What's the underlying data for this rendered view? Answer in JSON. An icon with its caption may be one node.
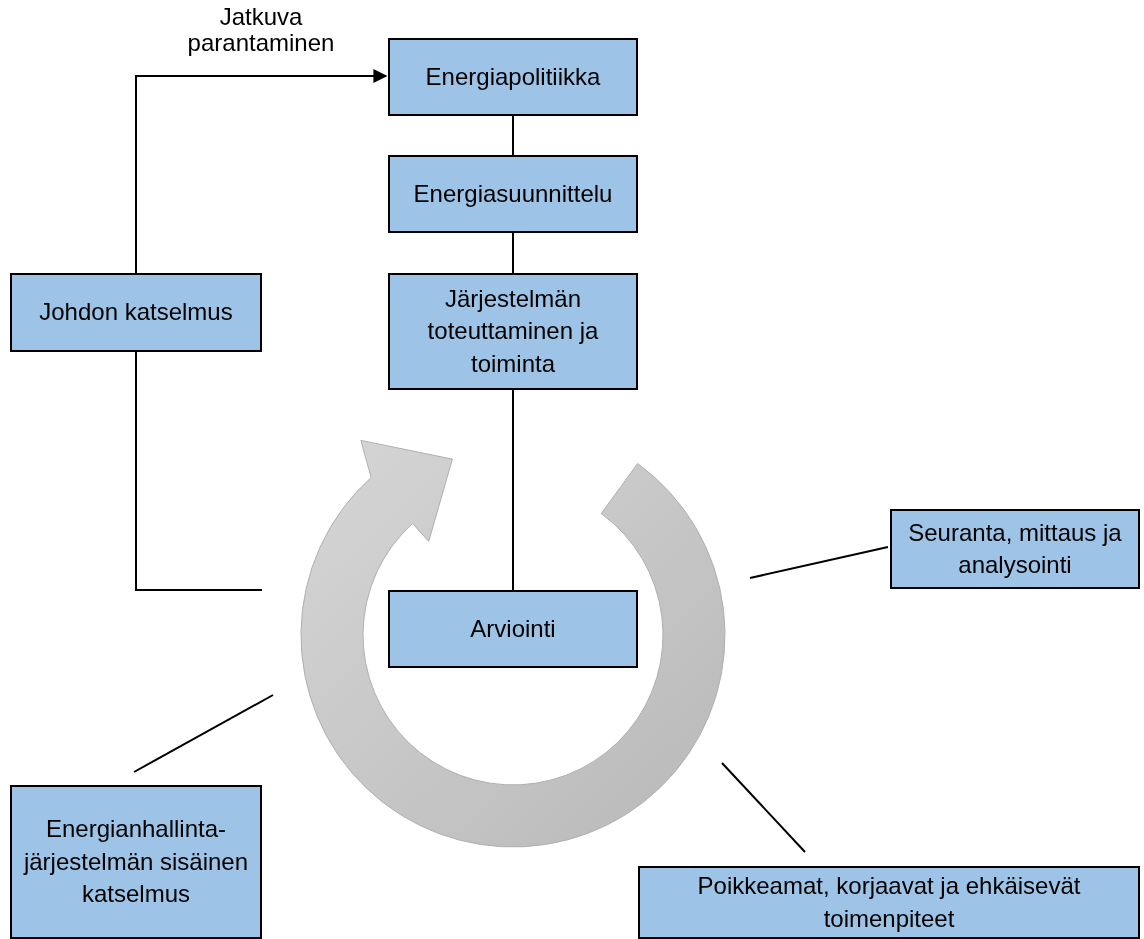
{
  "diagram": {
    "nodes": [
      {
        "text": [
          "Energiapolitiikka"
        ]
      },
      {
        "text": [
          "Energiasuunnittelu"
        ]
      },
      {
        "text": [
          "Järjestelmän toteuttaminen ja toiminta"
        ]
      },
      {
        "text": [
          "Johdon katselmus"
        ]
      },
      {
        "text": [
          "Arviointi"
        ]
      },
      {
        "text": [
          "Seuranta, mittaus ja analysointi"
        ]
      },
      {
        "text": [
          "Energianhallinta-järjestelmän sisäinen katselmus"
        ]
      },
      {
        "text": [
          "Poikkeamat, korjaavat ja ehkäisevät toimenpiteet"
        ]
      },
      {
        "text": [],
        "shape": "arrow"
      }
    ],
    "edges": [
      {
        "from": 3,
        "to": 0,
        "arrow": "to",
        "label": "Jatkuva parantaminen"
      },
      {
        "from": 0,
        "to": 1,
        "arrow": "none"
      },
      {
        "from": 1,
        "to": 2,
        "arrow": "none"
      },
      {
        "from": 2,
        "to": 4,
        "arrow": "none"
      },
      {
        "from": 3,
        "to": 8,
        "arrow": "none"
      },
      {
        "from": 5,
        "to": 8,
        "arrow": "none"
      },
      {
        "from": 6,
        "to": 8,
        "arrow": "none"
      },
      {
        "from": 7,
        "to": 8,
        "arrow": "none"
      }
    ]
  }
}
